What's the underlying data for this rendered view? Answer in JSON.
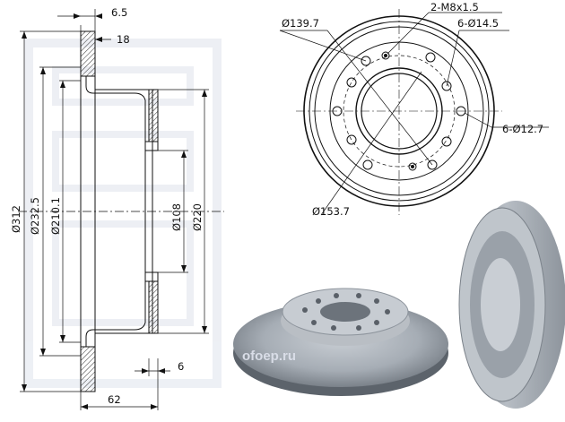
{
  "drawing": {
    "side_view": {
      "dims": {
        "flange_thickness": "6.5",
        "hat_offset": "18",
        "outer_diameter": "Ø312",
        "diameter_232": "Ø232.5",
        "diameter_210": "Ø210.1",
        "center_bore": "Ø108",
        "hat_diameter": "Ø220",
        "min_thickness": "6",
        "overall_height": "62"
      }
    },
    "front_view": {
      "dims": {
        "pcd": "Ø139.7",
        "thread_holes": "2-M8x1.5",
        "bolt_holes": "6-Ø14.5",
        "hub_holes": "6-Ø12.7",
        "outer_pcd": "Ø153.7"
      }
    },
    "watermark": "ofoep.ru",
    "colors": {
      "line": "#111111",
      "hatch": "#333333",
      "watermark": "#dfe3ec",
      "disc_metal": "#9aa3ad"
    }
  }
}
